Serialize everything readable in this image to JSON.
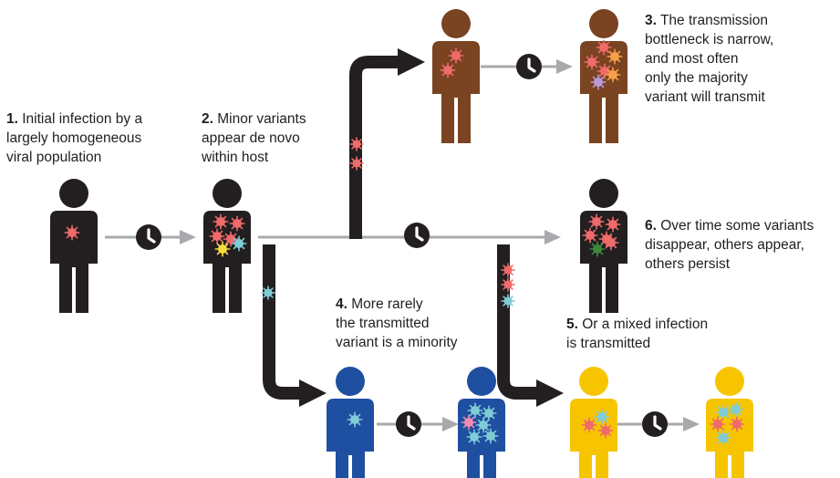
{
  "colors": {
    "person_black": "#231f20",
    "person_brown": "#7a4321",
    "person_blue": "#1f4fa0",
    "person_yellow": "#f6c500",
    "arrow_gray": "#a7a9ac",
    "arrow_black": "#231f20",
    "virus_red": "#ef6a6a",
    "virus_pink": "#f28cb0",
    "virus_cyan": "#7fcbd6",
    "virus_yellow": "#f5dc3c",
    "virus_orange": "#f5a04a",
    "virus_purple": "#b89ad6",
    "virus_green": "#3a8a3a"
  },
  "icons": {
    "clock": "clock-icon",
    "virus": "virus-icon",
    "person": "person-figure"
  },
  "steps": [
    {
      "number": "1.",
      "lines": [
        "Initial infection by a",
        "largely homogeneous",
        "viral population"
      ]
    },
    {
      "number": "2.",
      "lines": [
        "Minor variants",
        "appear de novo",
        "within host"
      ]
    },
    {
      "number": "3.",
      "lines": [
        "The transmission",
        "bottleneck is narrow,",
        "and most often",
        "only the majority",
        "variant will transmit"
      ]
    },
    {
      "number": "4.",
      "lines": [
        "More rarely",
        "the transmitted",
        "variant is a minority"
      ]
    },
    {
      "number": "5.",
      "lines": [
        "Or a mixed infection",
        "is transmitted"
      ]
    },
    {
      "number": "6.",
      "lines": [
        "Over time some variants",
        "disappear, others appear,",
        "others persist"
      ]
    }
  ]
}
